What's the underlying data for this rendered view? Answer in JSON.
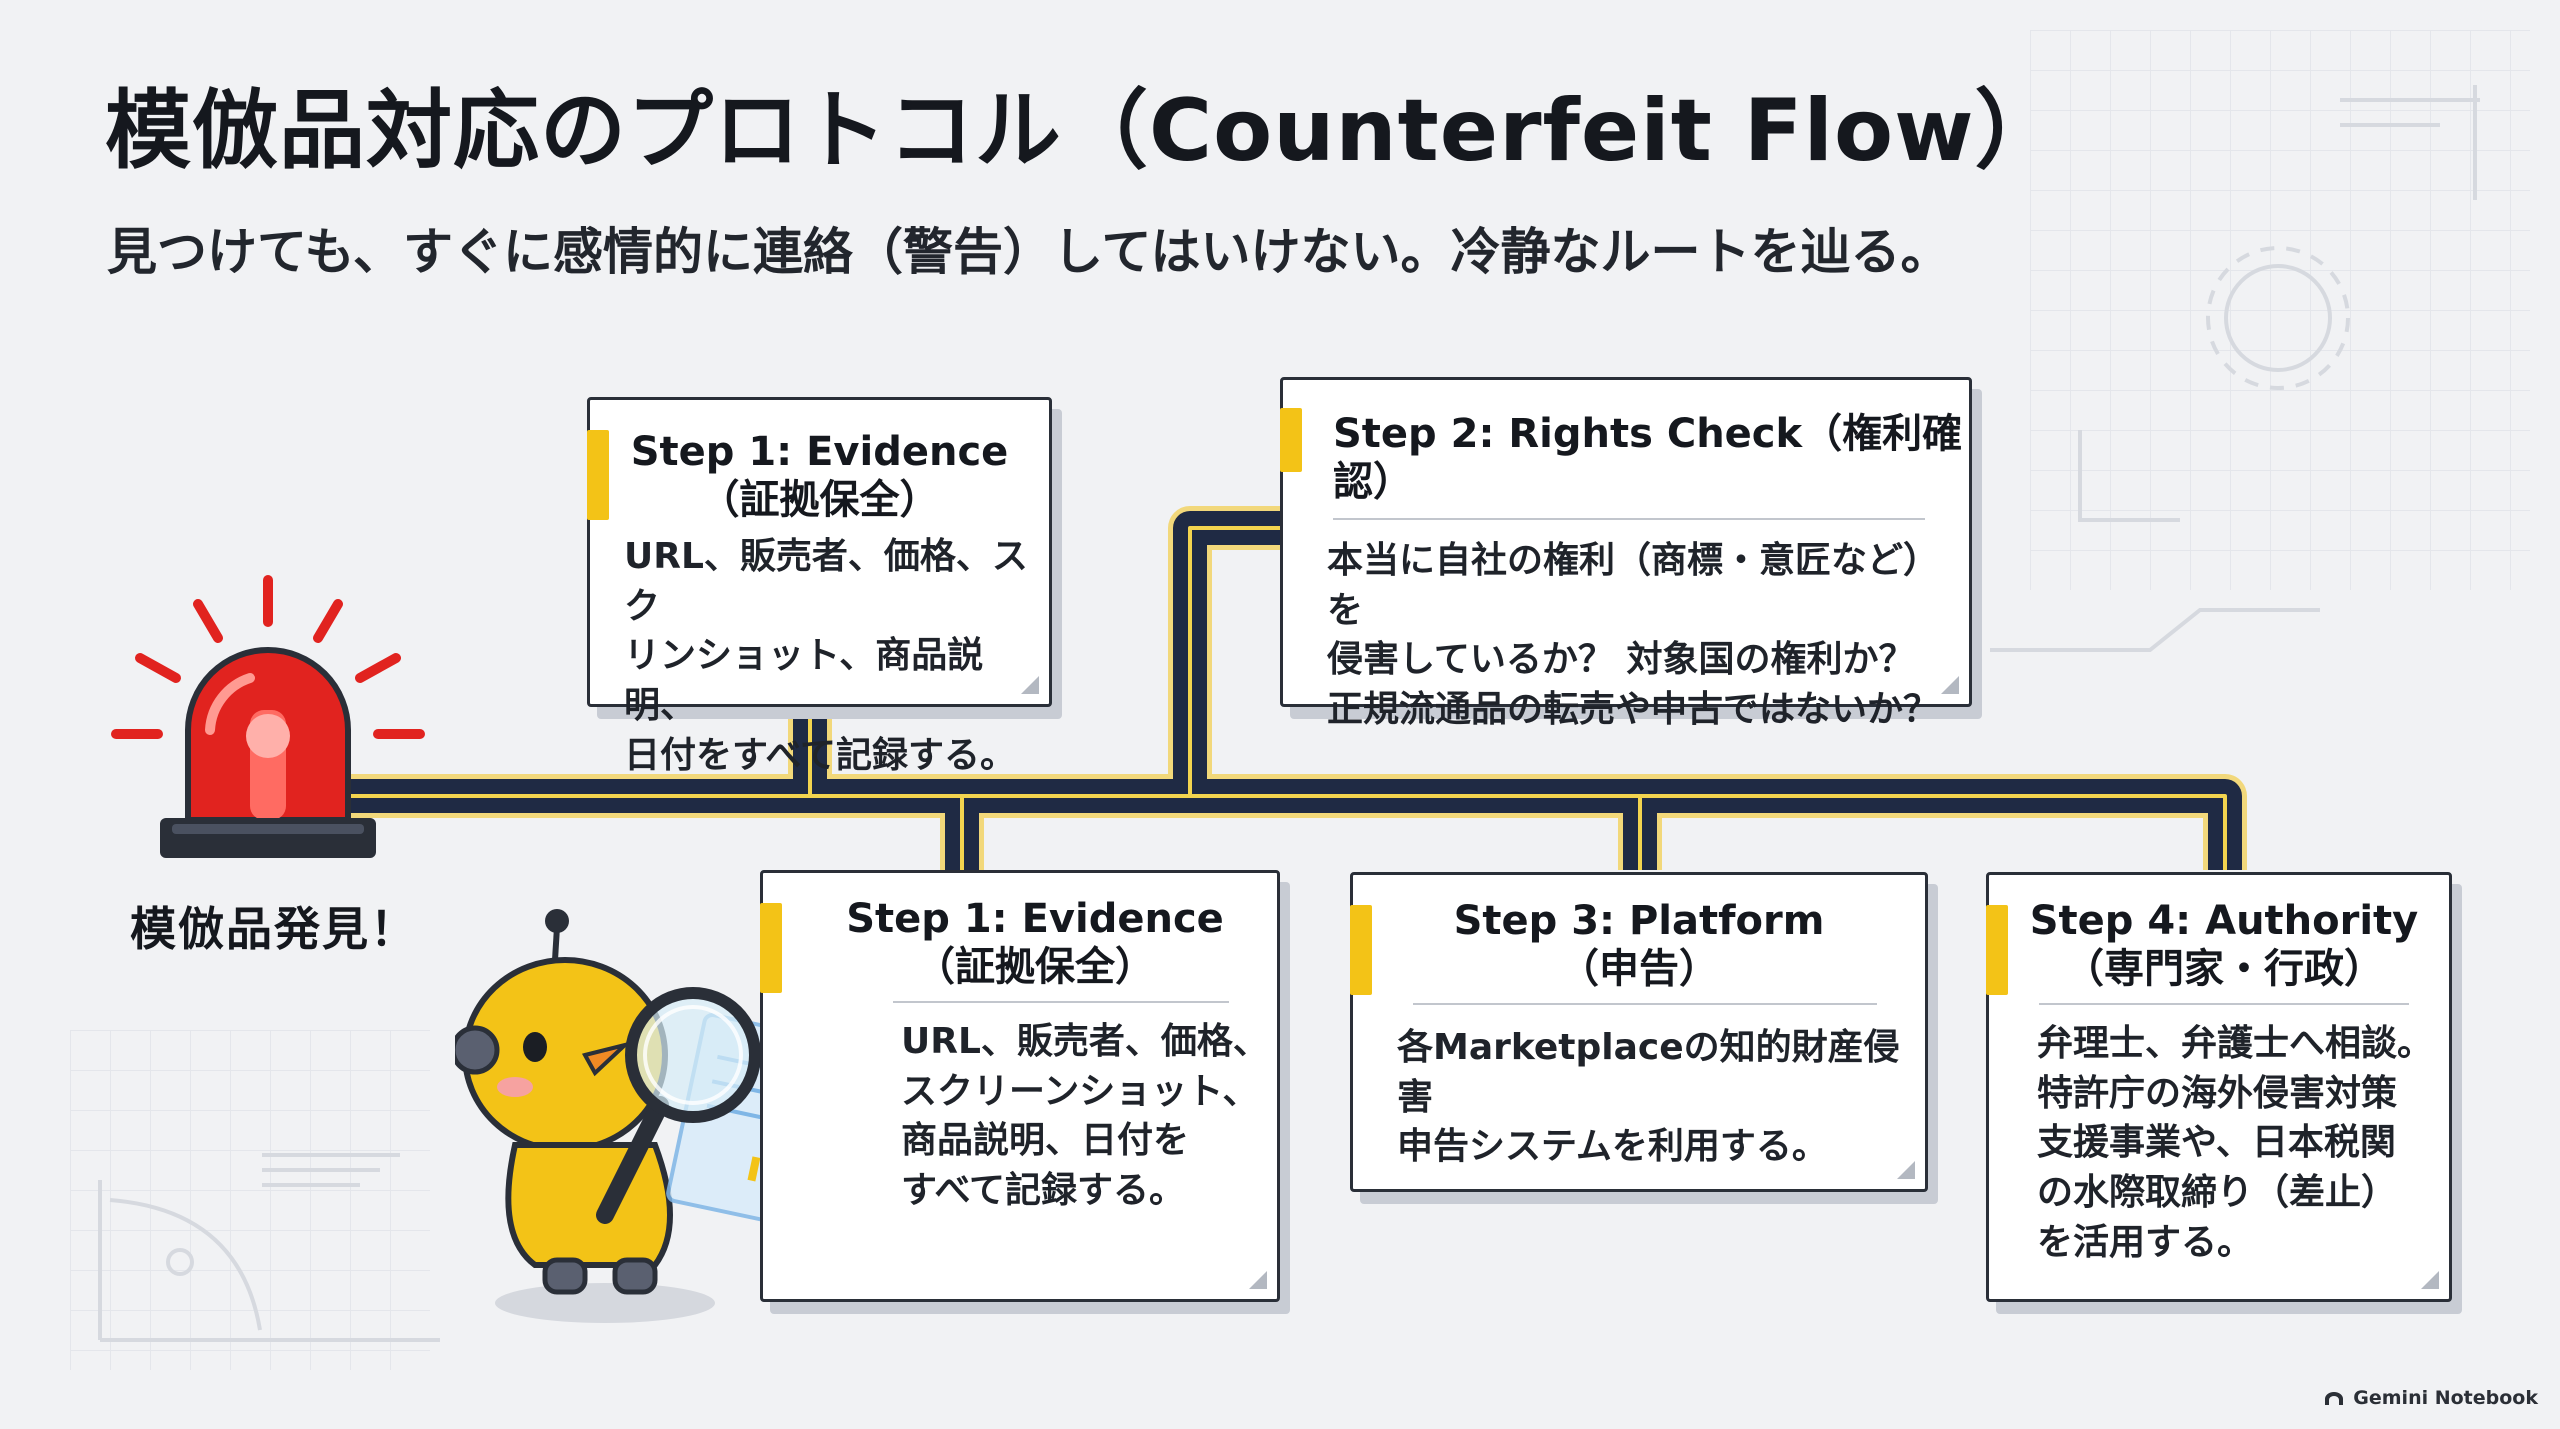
{
  "title": "模倣品対応のプロトコル（Counterfeit Flow）",
  "subtitle": "見つけても、すぐに感情的に連絡（警告）してはいけない。冷静なルートを辿る。",
  "alarm": {
    "label": "模倣品発見！"
  },
  "steps": [
    {
      "title": "Step 1: Evidence",
      "subtitle": "（証拠保全）",
      "lines": [
        "URL、販売者、価格、スク",
        "リンショット、商品説明、",
        "日付をすべて記録する。"
      ]
    },
    {
      "title": "Step 2: Rights Check（権利確認）",
      "lines": [
        "本当に自社の権利（商標・意匠など）を",
        "侵害しているか？ 対象国の権利か？",
        "正規流通品の転売や中古ではないか？"
      ]
    },
    {
      "title": "Step 1: Evidence",
      "subtitle": "（証拠保全）",
      "lines": [
        "URL、販売者、価格、",
        "スクリーンショット、",
        "商品説明、日付を",
        "すべて記録する。"
      ]
    },
    {
      "title": "Step 3: Platform",
      "subtitle": "（申告）",
      "lines": [
        "各Marketplaceの知的財産侵害",
        "申告システムを利用する。"
      ]
    },
    {
      "title": "Step 4: Authority",
      "subtitle": "（専門家・行政）",
      "lines": [
        "弁理士、弁護士へ相談。",
        "特許庁の海外侵害対策",
        "支援事業や、日本税関",
        "の水際取締り（差止）",
        "を活用する。"
      ]
    }
  ],
  "branding": "Gemini Notebook",
  "colors": {
    "accent": "#f3c317",
    "pipe": "#1f2a44",
    "alarm": "#e1231f",
    "background": "#f1f2f4"
  }
}
